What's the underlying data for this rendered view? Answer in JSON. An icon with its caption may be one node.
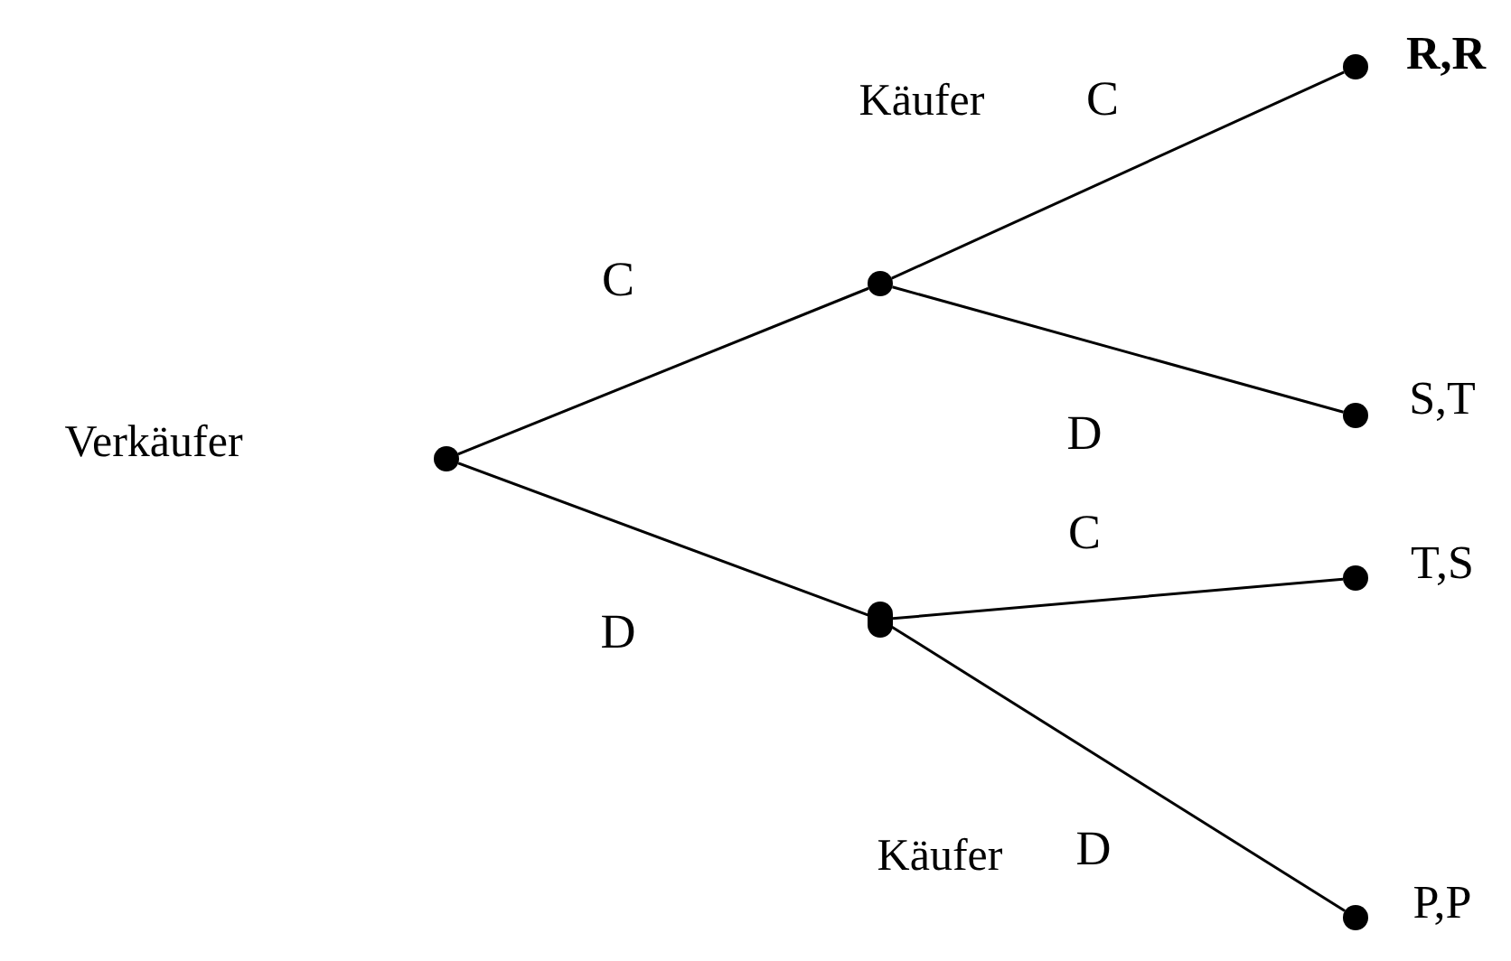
{
  "diagram": {
    "nodes": [
      {
        "text": [],
        "shape": "circle"
      },
      {
        "text": [],
        "shape": "circle",
        "beside": [
          "Käufer"
        ]
      },
      {
        "text": [],
        "shape": "circle"
      },
      {
        "text": [],
        "shape": "circle",
        "beside": [
          "R,R"
        ]
      },
      {
        "text": [],
        "shape": "circle",
        "beside": [
          "S,T"
        ]
      },
      {
        "text": [],
        "shape": "circle",
        "beside": [
          "T,S"
        ]
      },
      {
        "text": [],
        "shape": "circle",
        "beside": [
          "P,P"
        ]
      }
    ],
    "edges": [
      {
        "from": 0,
        "to": 1,
        "arrow": "none",
        "label": "C"
      },
      {
        "from": 0,
        "to": 2,
        "arrow": "none",
        "label": "D"
      },
      {
        "from": 1,
        "to": 3,
        "arrow": "none",
        "label": "C"
      },
      {
        "from": 1,
        "to": 4,
        "arrow": "none",
        "label": "D"
      },
      {
        "from": 2,
        "to": 5,
        "arrow": "none",
        "label": "C"
      },
      {
        "from": 2,
        "to": 6,
        "arrow": "none",
        "label": "D"
      }
    ],
    "labels": [
      "Verkäufer",
      "Käufer"
    ]
  }
}
